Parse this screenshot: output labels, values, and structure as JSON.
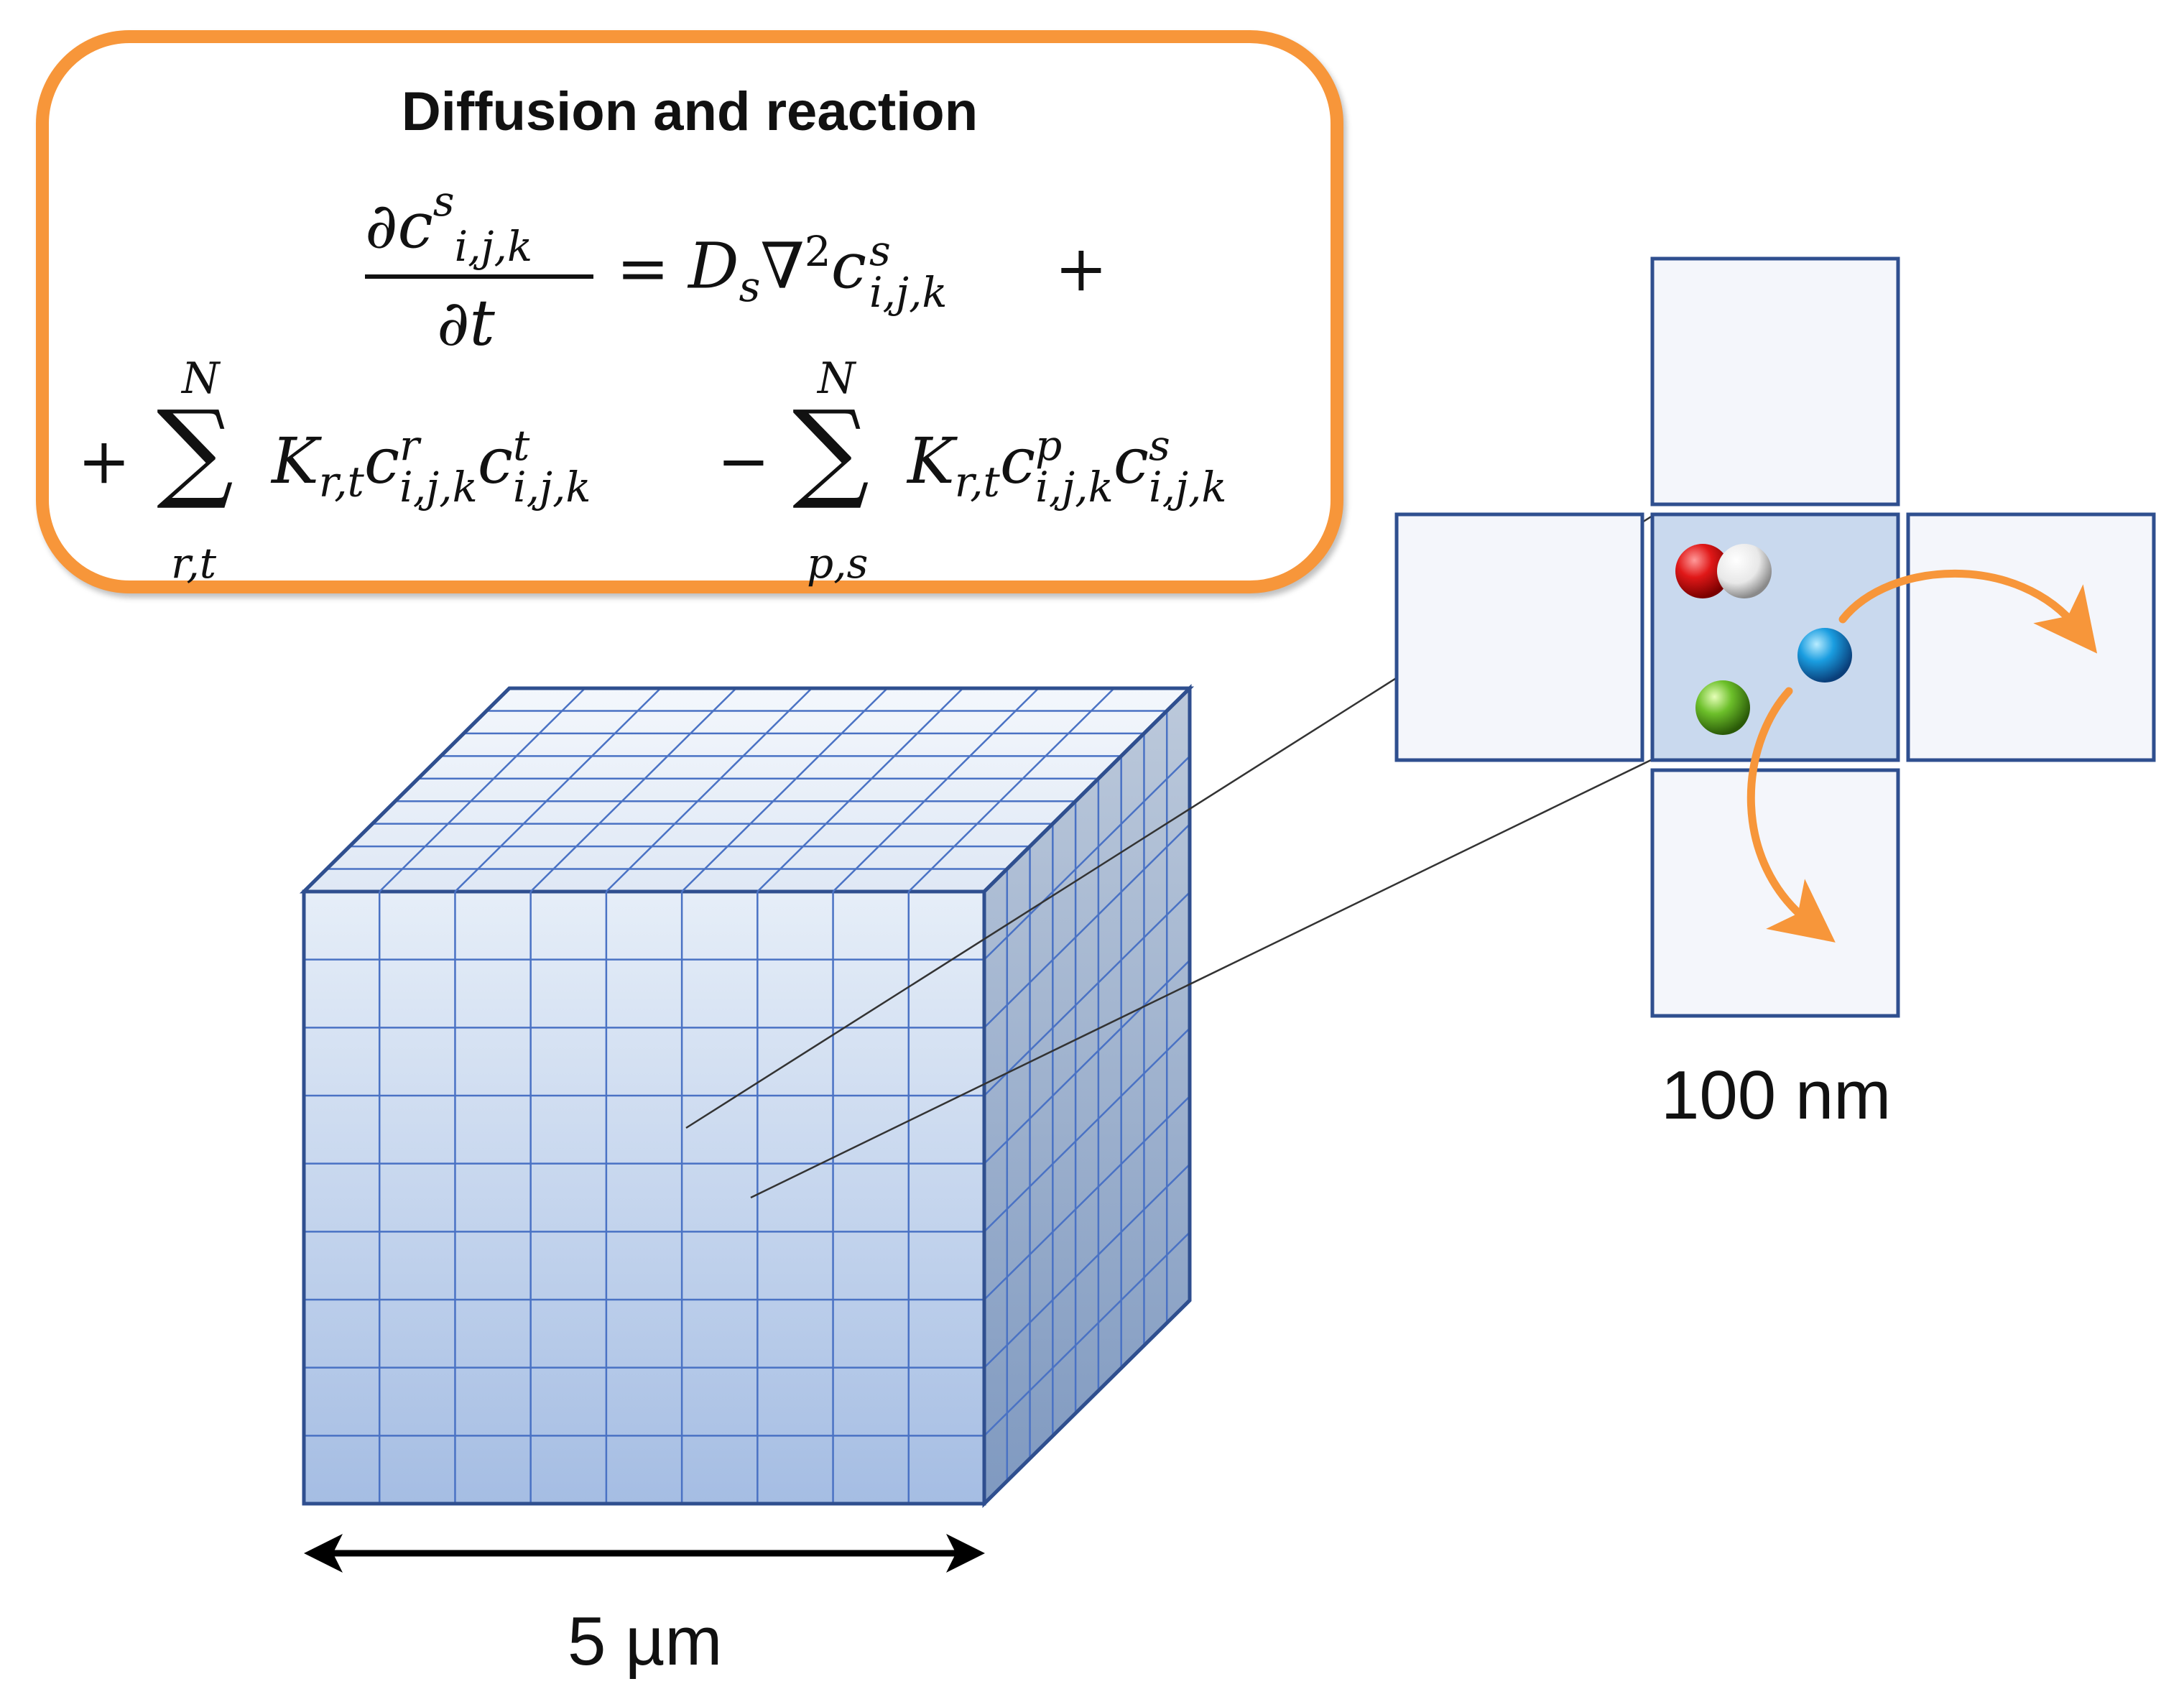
{
  "equation_box": {
    "title": "Diffusion and reaction",
    "line1": {
      "lhs_num_base": "∂c",
      "lhs_num_sup": "s",
      "lhs_num_sub": "i,j,k",
      "lhs_den": "∂t",
      "equals": "=",
      "D": "D",
      "D_sub": "s",
      "nabla": "∇",
      "nabla_sup": "2",
      "c": "c",
      "c_sup": "s",
      "c_sub": "i,j,k",
      "plus": "+"
    },
    "line2": {
      "lead_plus": "+",
      "sum1_top": "N",
      "sum1_bottom": "r,t",
      "sum_symbol": "∑",
      "K": "K",
      "K_sub": "r,t",
      "t1_c": "c",
      "t1_c1_sup": "r",
      "t1_c1_sub": "i,j,k",
      "t1_c2_sup": "t",
      "t1_c2_sub": "i,j,k",
      "minus": "−",
      "sum2_top": "N",
      "sum2_bottom": "p,s",
      "t2_c1_sup": "p",
      "t2_c1_sub": "i,j,k",
      "t2_c2_sup": "s",
      "t2_c2_sub": "i,j,k"
    }
  },
  "labels": {
    "cube_width": "5 µm",
    "cell_size": "100 nm"
  },
  "colors": {
    "box_border": "#f7963a",
    "arrow": "#f7963a",
    "grid_line": "#4a72c4",
    "cube_outline": "#2f4f8f",
    "cell_fill": "#f4f6fb",
    "center_cell_fill": "#c9d9ee",
    "sphere_red": "#e02020",
    "sphere_white": "#ffffff",
    "sphere_blue": "#1a9de0",
    "sphere_green": "#6cbf2a"
  },
  "icons": {
    "molecule_pair": "red-white-molecule-icon",
    "blue_particle": "blue-sphere-icon",
    "green_particle": "green-sphere-icon"
  }
}
